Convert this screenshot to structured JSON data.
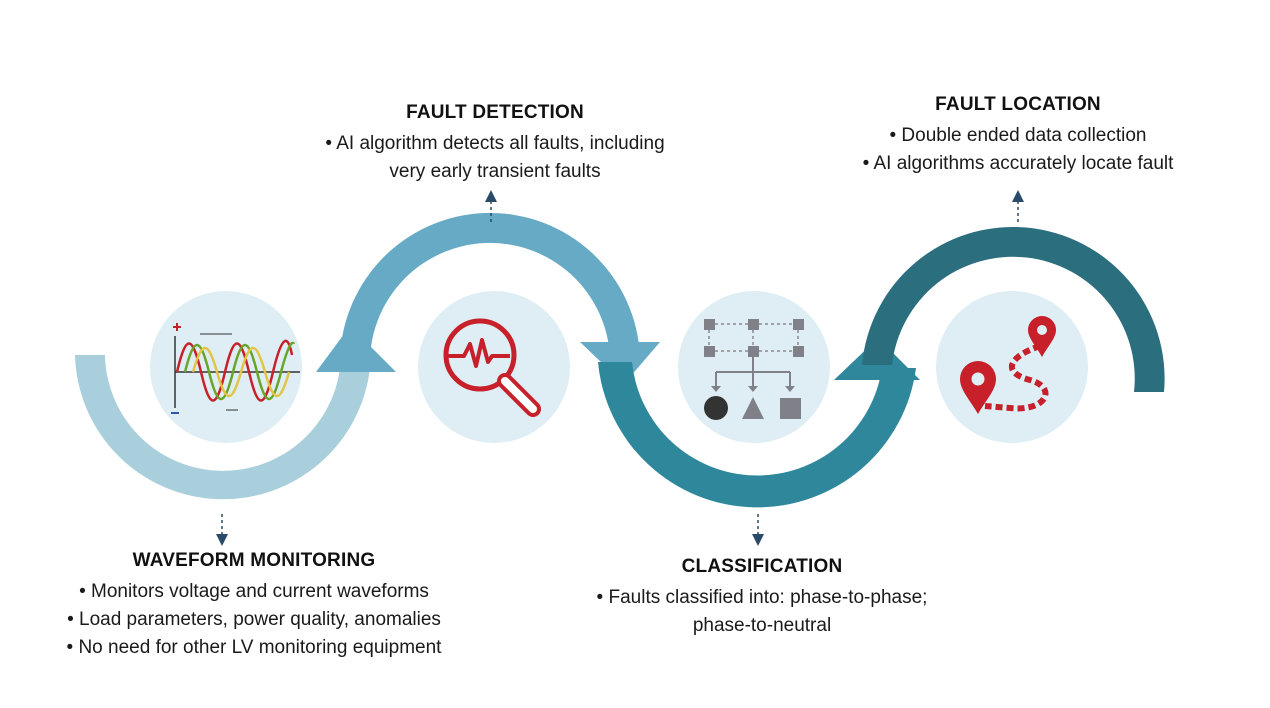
{
  "stages": {
    "waveform_monitoring": {
      "title": "WAVEFORM MONITORING",
      "bullets": [
        "• Monitors voltage and current waveforms",
        "• Load parameters, power quality, anomalies",
        "• No need for other LV monitoring equipment"
      ],
      "icon": "waveform-plot-icon"
    },
    "fault_detection": {
      "title": "FAULT DETECTION",
      "lines": [
        "• AI algorithm detects all faults, including",
        "very early transient faults"
      ],
      "icon": "magnifier-pulse-icon"
    },
    "classification": {
      "title": "CLASSIFICATION",
      "lines": [
        "• Faults classified into: phase-to-phase;",
        "phase-to-neutral"
      ],
      "icon": "classification-tree-icon"
    },
    "fault_location": {
      "title": "FAULT LOCATION",
      "bullets": [
        "• Double ended data collection",
        "• AI algorithms accurately locate fault"
      ],
      "icon": "map-route-pins-icon"
    }
  },
  "colors": {
    "arc1": "#a9cfdc",
    "arc2": "#66aac6",
    "arc3": "#2f879c",
    "arc4": "#2b6e7e",
    "circle_bg": "#deeef4",
    "icon_red": "#c8202a",
    "icon_gray": "#808088",
    "icon_dark": "#333333",
    "dashed_arrow": "#2a4a6a"
  }
}
